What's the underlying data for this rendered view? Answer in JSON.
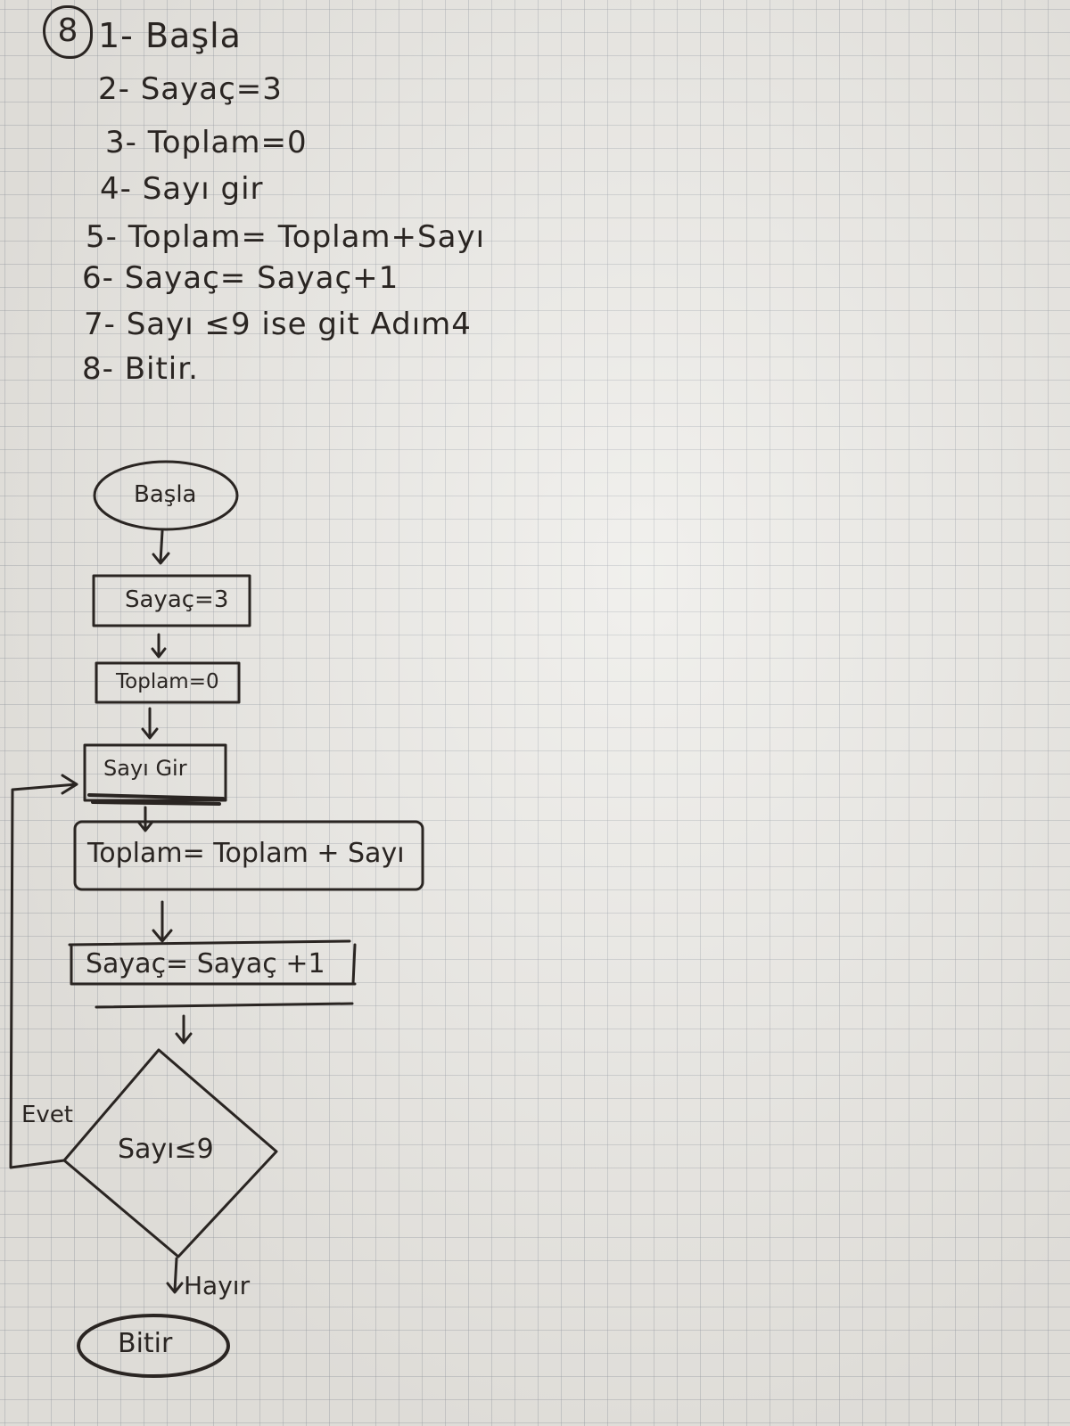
{
  "question_number": "8",
  "steps": [
    "1- Başla",
    "2- Sayaç=3",
    "3- Toplam=0",
    "4- Sayı gir",
    "5- Toplam= Toplam+Sayı",
    "6- Sayaç= Sayaç+1",
    "7- Sayı ≤9 ise git Adım4",
    "8- Bitir."
  ],
  "flowchart": {
    "start": "Başla",
    "init_counter": "Sayaç=3",
    "init_total": "Toplam=0",
    "input": "Sayı Gir",
    "add": "Toplam= Toplam + Sayı",
    "increment": "Sayaç= Sayaç +1",
    "decision": "Sayı≤9",
    "yes_label": "Evet",
    "no_label": "Hayır",
    "end": "Bitir"
  }
}
